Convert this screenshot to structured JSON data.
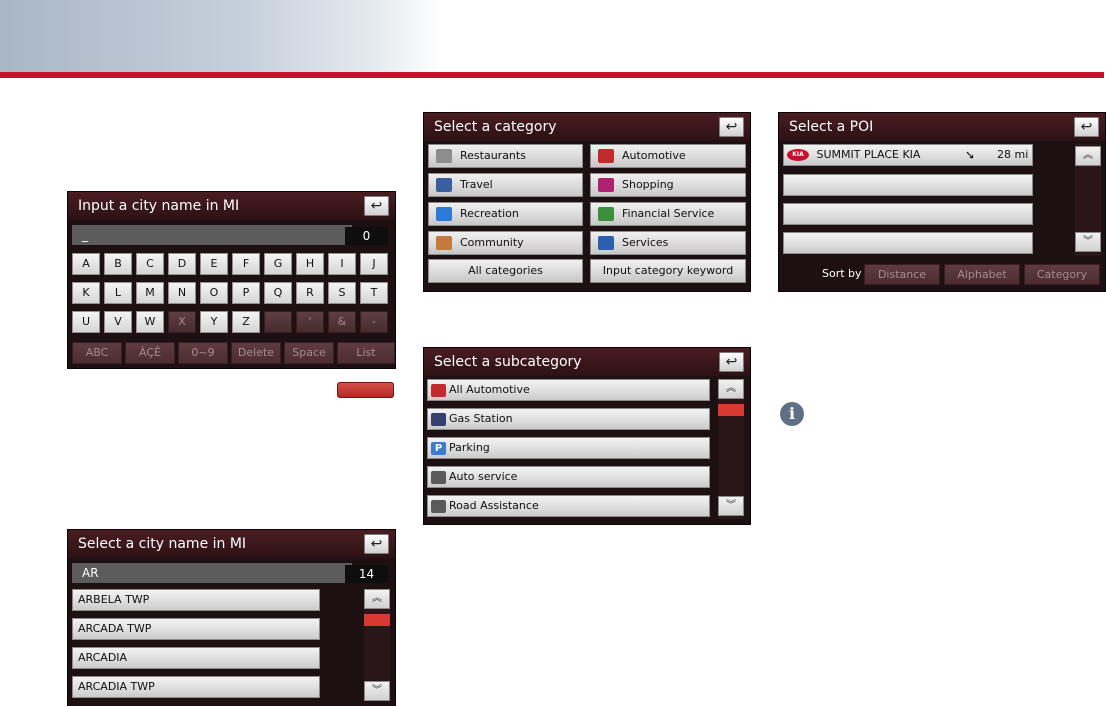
{
  "city_input": {
    "title": "Input a city name in MI",
    "back_glyph": "↩",
    "input_value": "_",
    "count": "0",
    "row1": [
      "A",
      "B",
      "C",
      "D",
      "E",
      "F",
      "G",
      "H",
      "I",
      "J"
    ],
    "row2": [
      "K",
      "L",
      "M",
      "N",
      "O",
      "P",
      "Q",
      "R",
      "S",
      "T"
    ],
    "row3": [
      "U",
      "V",
      "W",
      "X",
      "Y",
      "Z",
      "",
      "'",
      "&",
      "-"
    ],
    "row3_disabled": [
      false,
      false,
      false,
      true,
      false,
      false,
      true,
      true,
      true,
      true
    ],
    "bottom_keys": [
      "ABC",
      "ÀÇÊ",
      "0~9",
      "Delete",
      "Space",
      "List"
    ]
  },
  "city_select": {
    "title": "Select a city name in MI",
    "back_glyph": "↩",
    "input_value": "AR",
    "count": "14",
    "rows": [
      "ARBELA TWP",
      "ARCADA TWP",
      "ARCADIA",
      "ARCADIA TWP"
    ],
    "scroll_up": "︽",
    "scroll_down": "︾"
  },
  "category": {
    "title": "Select a category",
    "back_glyph": "↩",
    "left": [
      {
        "label": "Restaurants",
        "icon": "restaurant-icon",
        "color": "#8d8d8d"
      },
      {
        "label": "Travel",
        "icon": "travel-icon",
        "color": "#3a5f9e"
      },
      {
        "label": "Recreation",
        "icon": "recreation-icon",
        "color": "#2e7bd6"
      },
      {
        "label": "Community",
        "icon": "community-icon",
        "color": "#c47a3a"
      }
    ],
    "right": [
      {
        "label": "Automotive",
        "icon": "car-icon",
        "color": "#c22b2b"
      },
      {
        "label": "Shopping",
        "icon": "shopping-icon",
        "color": "#b0226f"
      },
      {
        "label": "Financial Service",
        "icon": "financial-icon",
        "color": "#3d8f3d"
      },
      {
        "label": "Services",
        "icon": "services-icon",
        "color": "#2c5fb0"
      }
    ],
    "all_label": "All categories",
    "keyword_label": "Input category keyword"
  },
  "subcategory": {
    "title": "Select a subcategory",
    "back_glyph": "↩",
    "rows": [
      {
        "label": "All Automotive",
        "icon": "car-icon",
        "color": "#c22b2b"
      },
      {
        "label": "Gas Station",
        "icon": "gas-station-icon",
        "color": "#35406e"
      },
      {
        "label": "Parking",
        "icon": "parking-icon",
        "color": "#3b7bd4",
        "glyph": "P"
      },
      {
        "label": "Auto service",
        "icon": "auto-service-icon",
        "color": "#5a5a5a"
      },
      {
        "label": "Road Assistance",
        "icon": "road-assistance-icon",
        "color": "#5a5a5a"
      }
    ],
    "scroll_up": "︽",
    "scroll_down": "︾"
  },
  "poi": {
    "title": "Select a POI",
    "back_glyph": "↩",
    "first_name": "SUMMIT PLACE KIA",
    "first_logo": "KIA",
    "first_distance": "28 mi",
    "direction_glyph": "➘",
    "sort_label": "Sort by",
    "sort_options": [
      "Distance",
      "Alphabet",
      "Category"
    ],
    "scroll_up": "︽",
    "scroll_down": "︾"
  },
  "info_glyph": "i",
  "colors": {
    "accent_red": "#c8102e",
    "screen_bg": "#1c1012",
    "scroll_thumb": "#d83a32"
  }
}
